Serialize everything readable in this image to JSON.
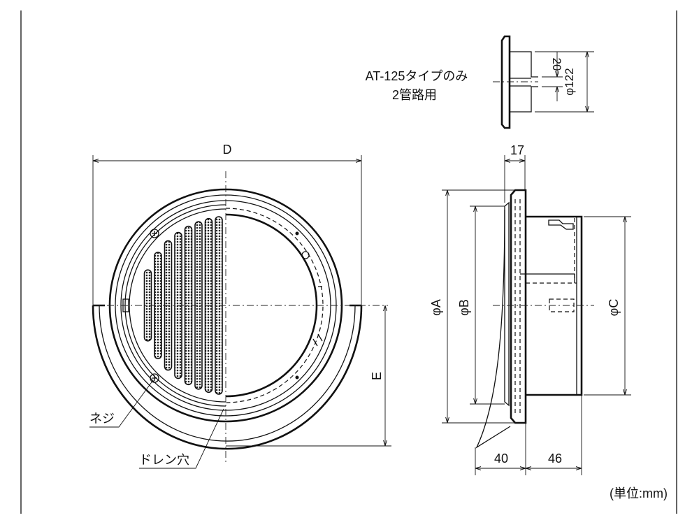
{
  "note": {
    "line1": "AT-125タイプのみ",
    "line2": "2管路用"
  },
  "top_view": {
    "dim_gap": "20",
    "dim_diameter": "φ122"
  },
  "front_view": {
    "dim_width": "D",
    "dim_height": "E",
    "label_screw": "ネジ",
    "label_drain": "ドレン穴"
  },
  "side_view": {
    "dim_a": "φA",
    "dim_b": "φB",
    "dim_c": "φC",
    "dim_flange": "17",
    "dim_hood": "40",
    "dim_duct": "46"
  },
  "unit": "(単位:mm)",
  "colors": {
    "line": "#111111",
    "background": "#ffffff"
  }
}
